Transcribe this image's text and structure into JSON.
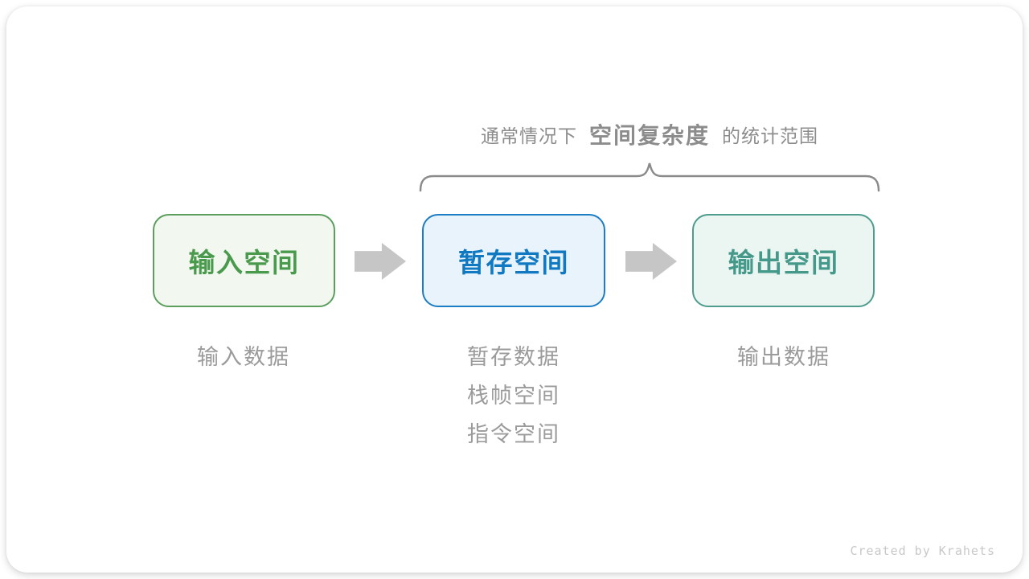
{
  "title": {
    "prefix": "通常情况下",
    "highlight": "空间复杂度",
    "suffix": "的统计范围"
  },
  "boxes": [
    {
      "label": "输入空间",
      "border_color": "#5b9e5e",
      "fill_color": "#f2f8f0",
      "text_color": "#4a9a4e"
    },
    {
      "label": "暂存空间",
      "border_color": "#1d7dc4",
      "fill_color": "#e8f3fc",
      "text_color": "#1079c2"
    },
    {
      "label": "输出空间",
      "border_color": "#4e9c8d",
      "fill_color": "#ebf5f1",
      "text_color": "#45998a"
    }
  ],
  "notes": {
    "input": [
      "输入数据"
    ],
    "buffer": [
      "暂存数据",
      "栈帧空间",
      "指令空间"
    ],
    "output": [
      "输出数据"
    ]
  },
  "credit": "Created by Krahets",
  "colors": {
    "title_text": "#8c8c8c",
    "note_text": "#9b9b9b",
    "arrow": "#c6c6c6",
    "brace": "#8b8b8b",
    "credit_text": "#c8c8c8",
    "card_background": "#ffffff"
  }
}
